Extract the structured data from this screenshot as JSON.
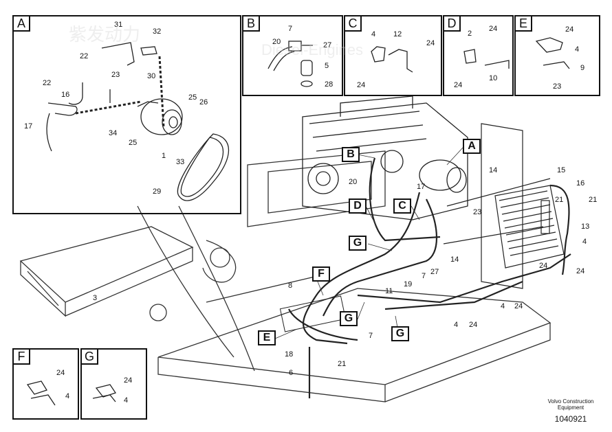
{
  "insets": [
    {
      "id": "A",
      "label": "A"
    },
    {
      "id": "B",
      "label": "B"
    },
    {
      "id": "C",
      "label": "C"
    },
    {
      "id": "D",
      "label": "D"
    },
    {
      "id": "E",
      "label": "E"
    },
    {
      "id": "F",
      "label": "F"
    },
    {
      "id": "G",
      "label": "G"
    }
  ],
  "inset_numbers": {
    "A": [
      "31",
      "32",
      "22",
      "30",
      "23",
      "22",
      "16",
      "25",
      "26",
      "17",
      "34",
      "25",
      "1",
      "33",
      "29"
    ],
    "B": [
      "7",
      "20",
      "27",
      "5",
      "28"
    ],
    "C": [
      "4",
      "12",
      "24",
      "24"
    ],
    "D": [
      "2",
      "24",
      "24",
      "10"
    ],
    "E": [
      "24",
      "4",
      "9",
      "23"
    ],
    "F": [
      "24",
      "4"
    ],
    "G": [
      "24",
      "4"
    ]
  },
  "main_callouts": [
    "A",
    "B",
    "C",
    "D",
    "G",
    "F",
    "G",
    "E",
    "G"
  ],
  "main_numbers": [
    "20",
    "17",
    "23",
    "14",
    "15",
    "16",
    "21",
    "21",
    "13",
    "4",
    "24",
    "14",
    "24",
    "3",
    "19",
    "11",
    "7",
    "27",
    "8",
    "4",
    "24",
    "4",
    "24",
    "7",
    "18",
    "21",
    "6"
  ],
  "footer": {
    "brand": "Volvo Construction",
    "brand2": "Equipment",
    "code": "1040921"
  },
  "watermark": {
    "text": "紫发动力",
    "text2": "Diesel-Engines"
  }
}
